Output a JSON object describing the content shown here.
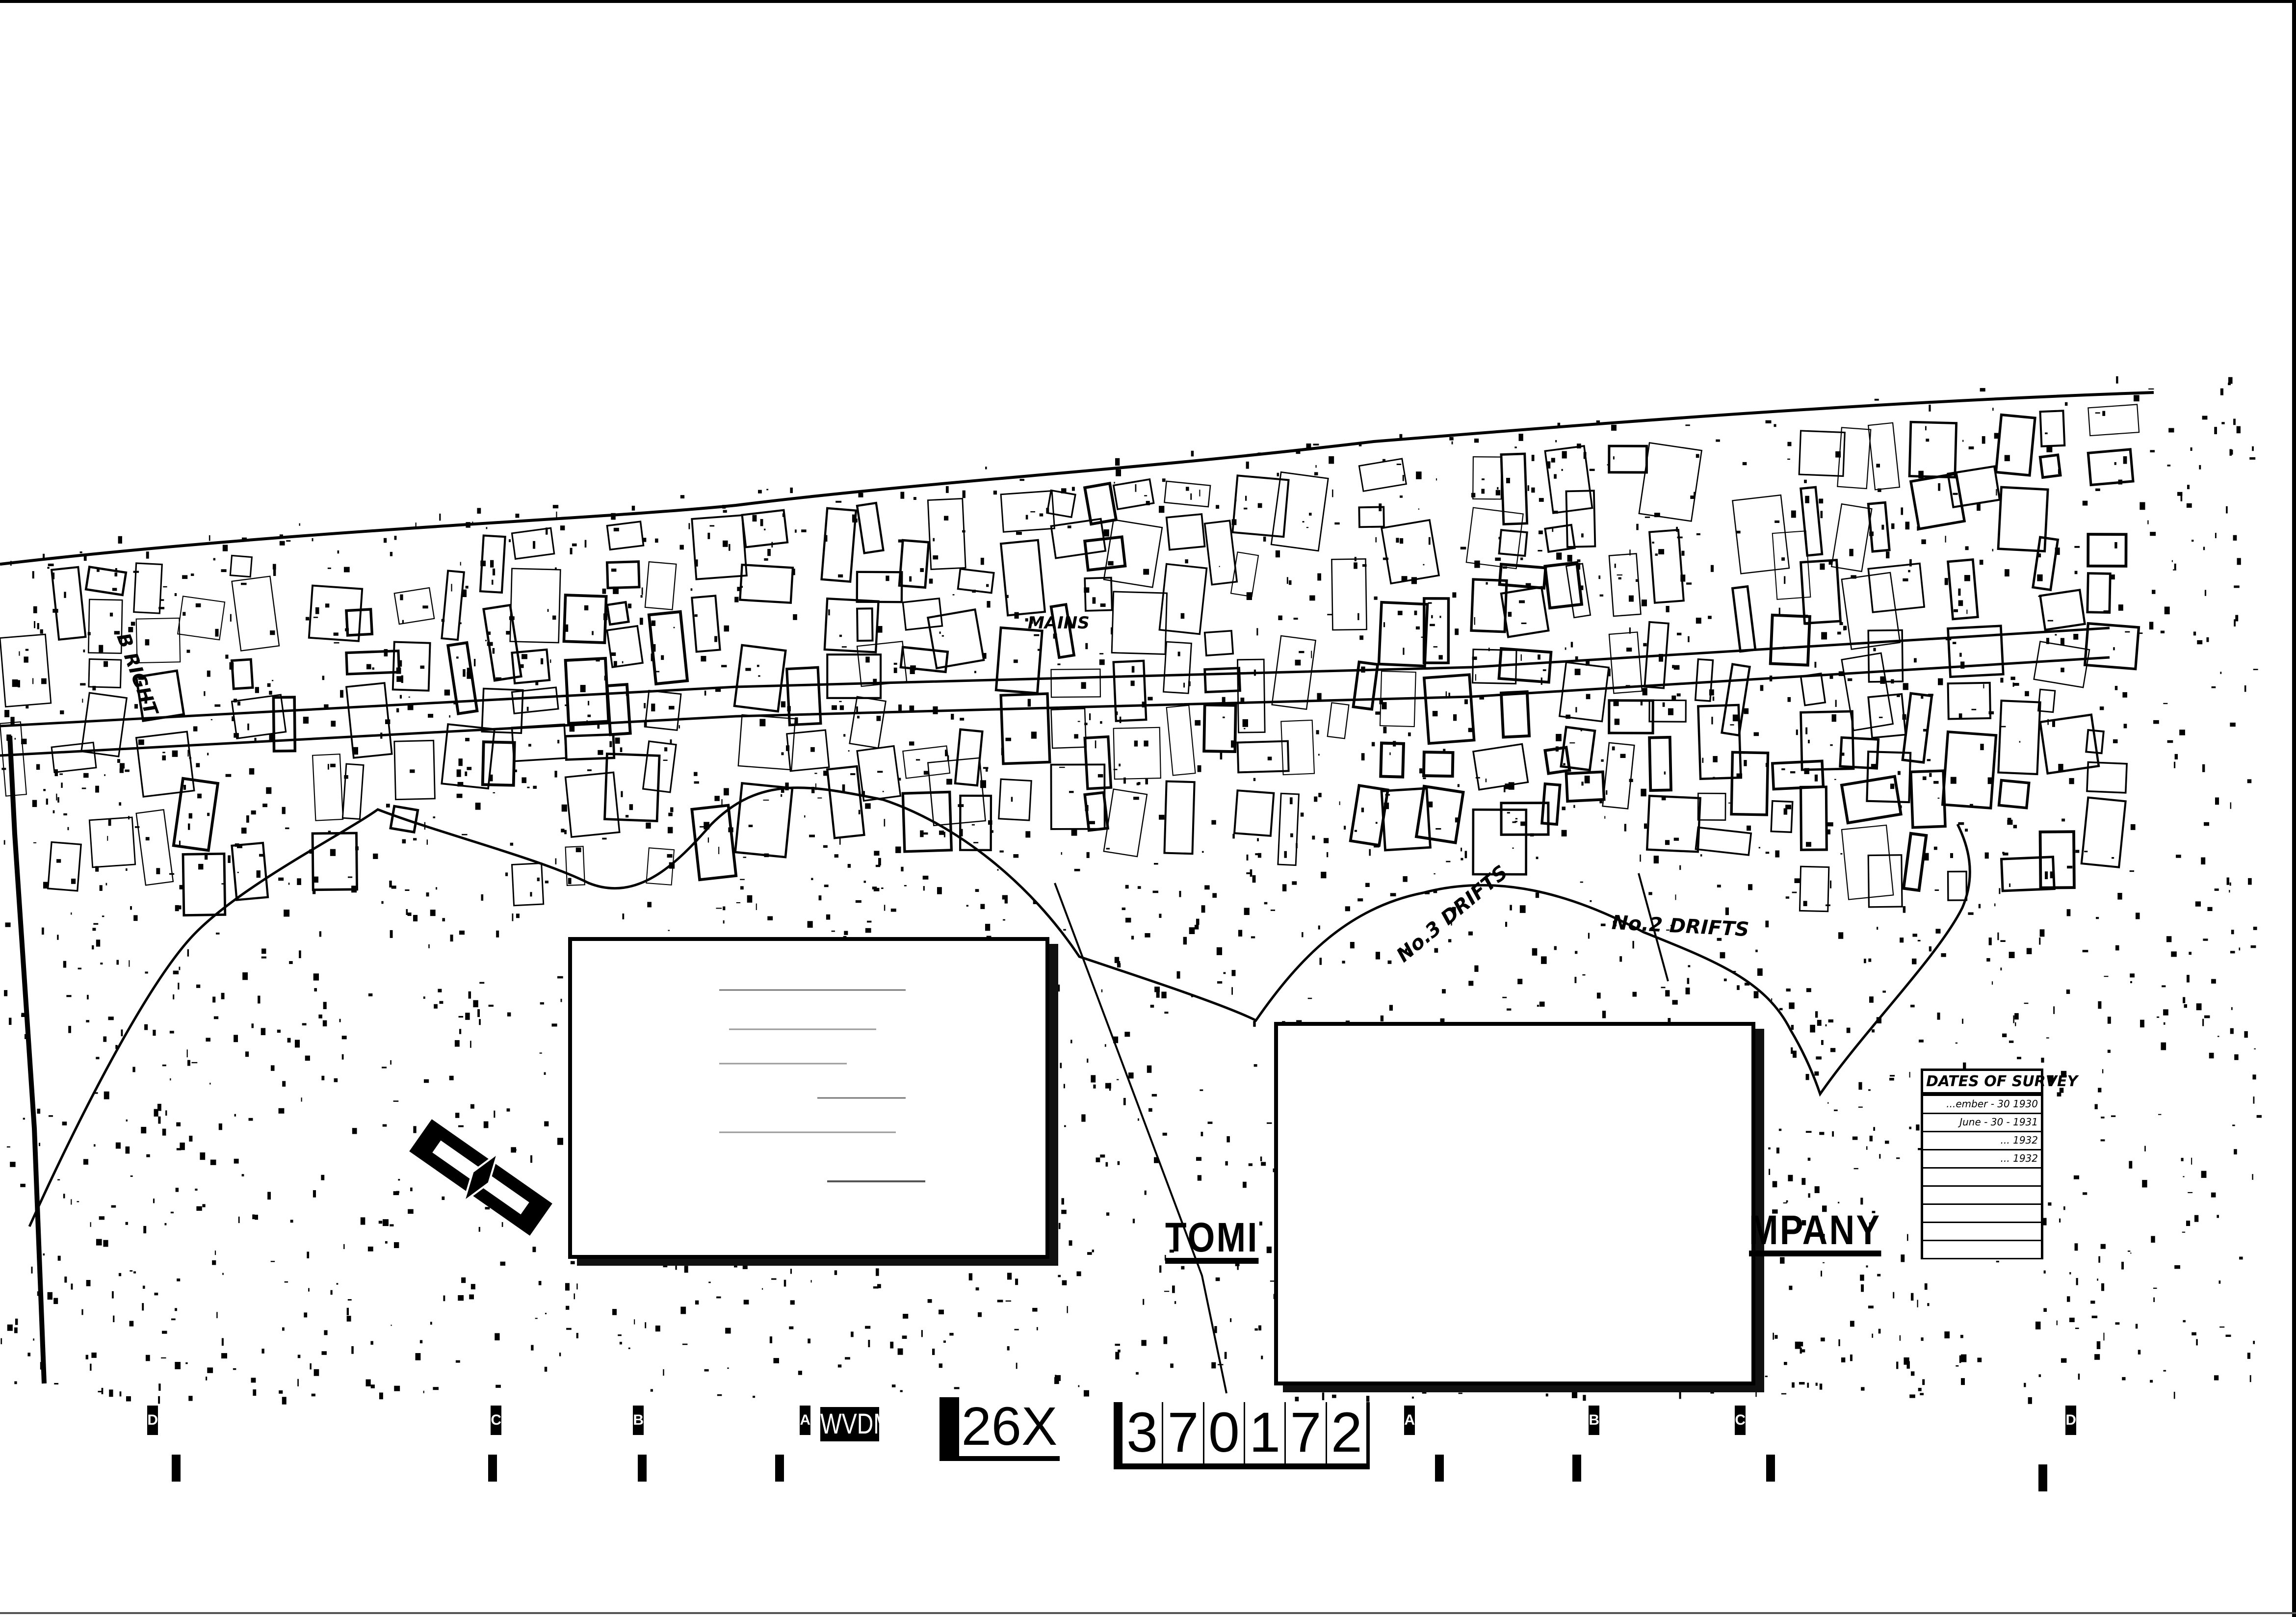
{
  "map": {
    "labels": {
      "mains": "MAINS",
      "no3_drifts": "No.3 DRIFTS",
      "no2_drifts": "No.2 DRIFTS",
      "b_right": "B RIGHT"
    },
    "title_fragments": {
      "left": "TOMI",
      "right": "MPANY"
    },
    "dates_of_survey": {
      "heading": "DATES OF SURVEY",
      "rows": [
        "...ember - 30 1930",
        "June - 30 - 1931",
        "... 1932",
        "... 1932",
        "",
        "",
        "",
        "",
        ""
      ]
    }
  },
  "index": {
    "prefix": "WVDM",
    "series": "26X",
    "number_digits": [
      "3",
      "7",
      "0",
      "1",
      "7",
      "2"
    ]
  },
  "registration_marks": {
    "top_row": [
      "D",
      "C",
      "B",
      "A",
      "A",
      "B",
      "C",
      "D"
    ]
  }
}
